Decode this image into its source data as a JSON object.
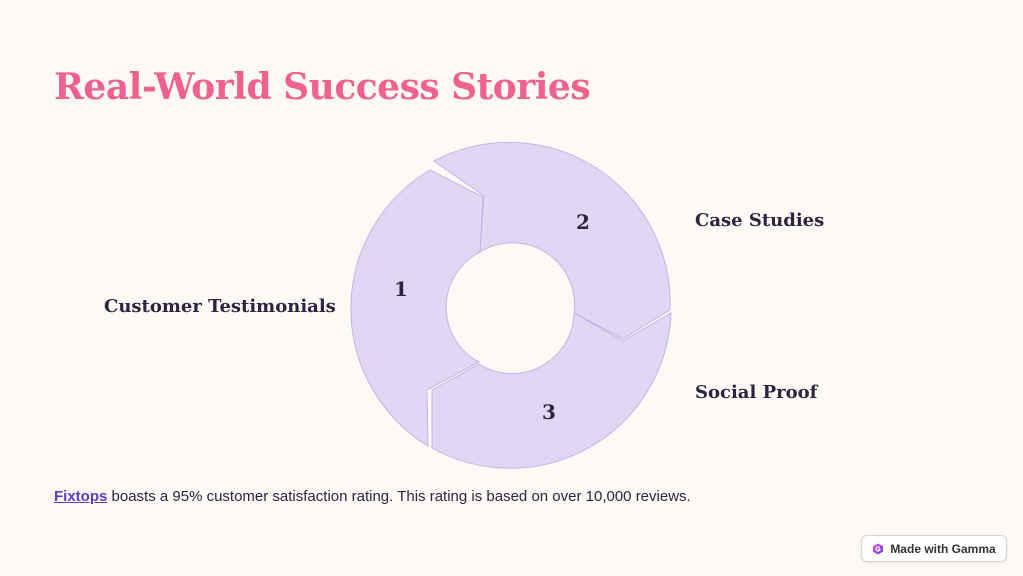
{
  "title": "Real-World Success Stories",
  "diagram": {
    "steps": [
      {
        "number": "1",
        "label": "Customer Testimonials"
      },
      {
        "number": "2",
        "label": "Case Studies"
      },
      {
        "number": "3",
        "label": "Social Proof"
      }
    ],
    "colors": {
      "segment_fill": "#e0d7f3",
      "segment_stroke": "#c3b6e6"
    }
  },
  "caption": {
    "link_text": "Fixtops",
    "text": " boasts a 95% customer satisfaction rating. This rating is based on over 10,000 reviews."
  },
  "badge": {
    "label": "Made with Gamma",
    "icon": "gamma-logo-icon"
  },
  "colors": {
    "background": "#fdf9f5",
    "title": "#ef6190",
    "text": "#2b2540",
    "link": "#5b3dc7"
  }
}
